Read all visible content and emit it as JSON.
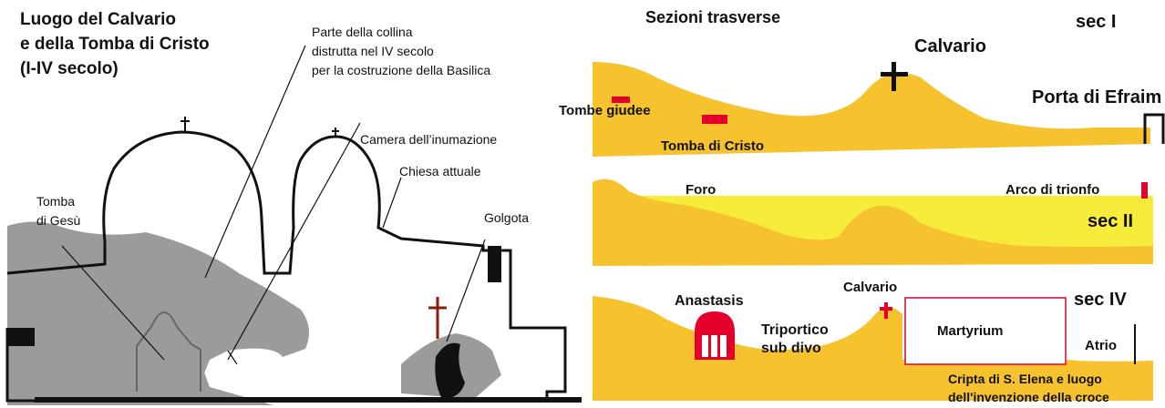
{
  "left": {
    "title_lines": [
      "Luogo del Calvario",
      "e della Tomba di Cristo",
      "(I-IV secolo)"
    ],
    "labels": {
      "parte": [
        "Parte della collina",
        "distrutta nel IV secolo",
        "per la costruzione della Basilica"
      ],
      "camera": "Camera dell’inumazione",
      "chiesa": "Chiesa attuale",
      "tomba": [
        "Tomba",
        "di Gesù"
      ],
      "golgota": "Golgota"
    }
  },
  "right": {
    "title": "Sezioni trasverse",
    "sec1": {
      "label": "sec I",
      "calvario": "Calvario",
      "porta": "Porta di Efraim",
      "tombe_giudee": "Tombe giudee",
      "tomba_cristo": "Tomba di Cristo"
    },
    "sec2": {
      "label": "sec II",
      "foro": "Foro",
      "arco": "Arco di trionfo"
    },
    "sec4": {
      "label": "sec IV",
      "calvario": "Calvario",
      "anastasis": "Anastasis",
      "triportico": [
        "Triportico",
        "sub divo"
      ],
      "martyrium": "Martyrium",
      "atrio": "Atrio",
      "cripta": [
        "Cripta di S. Elena e luogo",
        "dell'invenzione della croce"
      ]
    }
  },
  "colors": {
    "hill_gray": "#9b9b9b",
    "ground_yellow": "#f6c22e",
    "band_yellow": "#f7ec3a",
    "red": "#e4002b",
    "dark_red": "#8a1c10",
    "outline": "#111111"
  }
}
